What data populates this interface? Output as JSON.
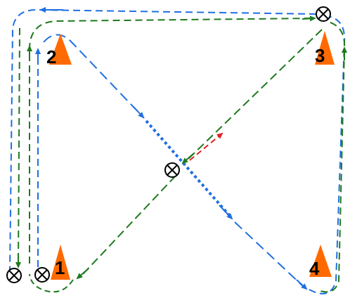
{
  "colors": {
    "blue": "#1f6fe0",
    "green": "#1e7a1e",
    "red": "#e02020",
    "cone": "#ff6a00",
    "marker": "#000000"
  },
  "cones": [
    {
      "id": "cone-1",
      "label": "1"
    },
    {
      "id": "cone-2",
      "label": "2"
    },
    {
      "id": "cone-3",
      "label": "3"
    },
    {
      "id": "cone-4",
      "label": "4"
    }
  ]
}
